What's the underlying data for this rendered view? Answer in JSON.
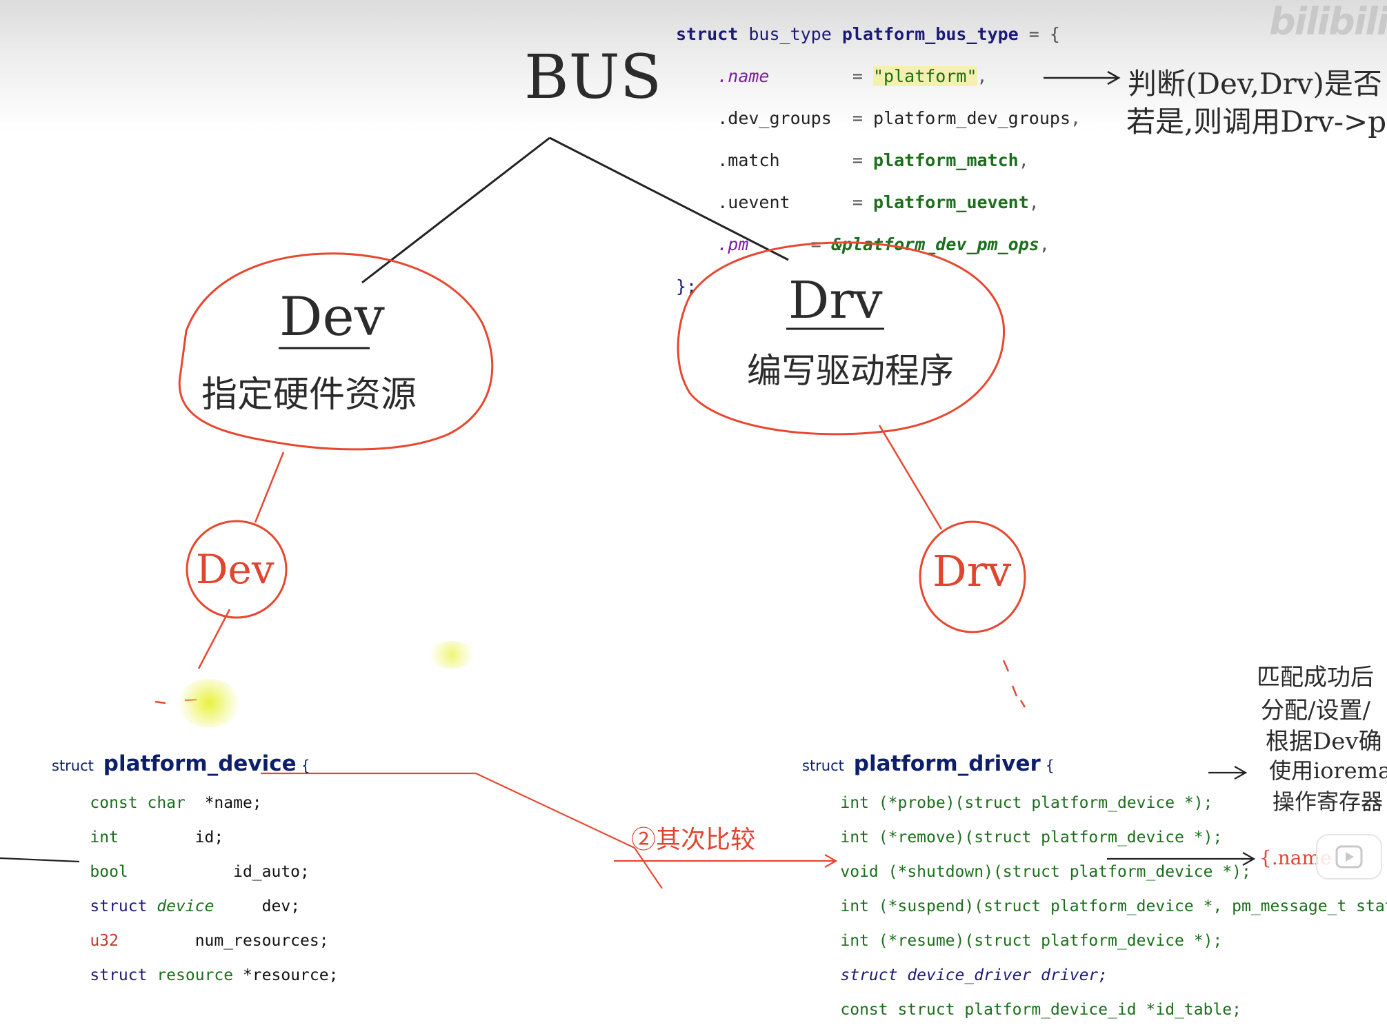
{
  "watermark": {
    "logo_text": "bilibili"
  },
  "code_top": {
    "line1": {
      "kw": "struct",
      "type": "bus_type",
      "name": "platform_bus_type",
      "tail": " = {"
    },
    "fields": [
      {
        "field": ".name",
        "pad": "        = ",
        "value": "\"platform\"",
        "tail": ","
      },
      {
        "field": ".dev_groups",
        "pad": "  = ",
        "value": "platform_dev_groups",
        "tail": ","
      },
      {
        "field": ".match",
        "pad": "       = ",
        "value": "platform_match",
        "tail": ","
      },
      {
        "field": ".uevent",
        "pad": "      = ",
        "value": "platform_uevent",
        "tail": ","
      },
      {
        "field": ".pm",
        "pad": "      = ",
        "value": "&platform_dev_pm_ops",
        "tail": ","
      }
    ],
    "close": "};"
  },
  "handwriting": {
    "bus": "BUS",
    "dev_big": "Dev",
    "dev_desc": "指定硬件资源",
    "drv_big": "Drv",
    "drv_desc": "编写驱动程序",
    "dev_small": "Dev",
    "drv_small": "Drv",
    "note_match_1": "判断(Dev,Drv)是否",
    "note_match_2": "若是,则调用Drv->p",
    "note_compare": "②其次比较",
    "note_right_1": "匹配成功后",
    "note_right_2": "分配/设置/",
    "note_right_3": "根据Dev确",
    "note_right_4": "使用ioremap",
    "note_right_5": "操作寄存器",
    "note_name": "{.name"
  },
  "code_dev": {
    "head_kw": "struct",
    "head_name": "platform_device",
    "head_tail": " {",
    "lines": [
      {
        "t1": "const char",
        "t2": "  *name;"
      },
      {
        "t1": "int",
        "t2": "        id;"
      },
      {
        "t1": "bool",
        "t2": "           id_auto;"
      },
      {
        "t1": "struct ",
        "t1i": "device",
        "t2": "     dev;"
      },
      {
        "t1red": "u32",
        "t2": "        num_resources;"
      },
      {
        "t1": "struct ",
        "t1b": "resource",
        "t2": " *resource;"
      }
    ]
  },
  "code_drv": {
    "head_kw": "struct",
    "head_name": "platform_driver",
    "head_tail": " {",
    "lines": [
      "int (*probe)(struct platform_device *);",
      "int (*remove)(struct platform_device *);",
      "void (*shutdown)(struct platform_device *);",
      "int (*suspend)(struct platform_device *, pm_message_t state);",
      "int (*resume)(struct platform_device *);",
      "struct device_driver driver;",
      "const struct platform_device_id *id_table;"
    ]
  }
}
